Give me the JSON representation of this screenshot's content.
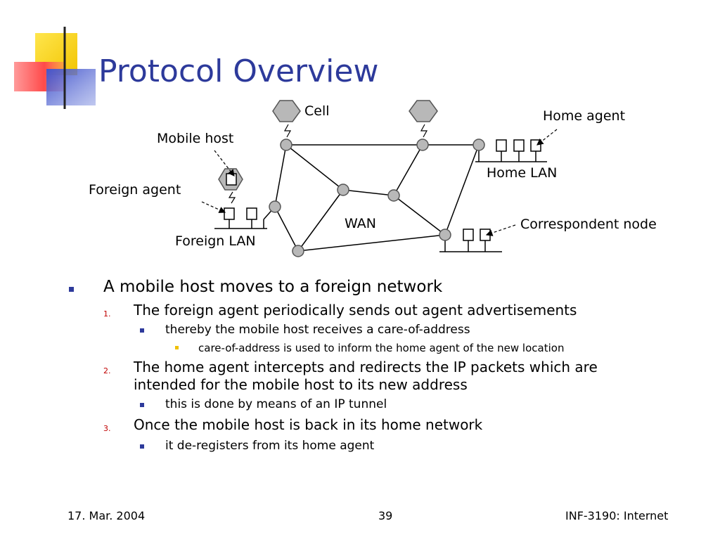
{
  "slide": {
    "title": "Protocol Overview"
  },
  "diagram": {
    "labels": {
      "cell": "Cell",
      "mobile_host": "Mobile host",
      "foreign_agent": "Foreign agent",
      "foreign_lan": "Foreign LAN",
      "wan": "WAN",
      "home_agent": "Home agent",
      "home_lan": "Home LAN",
      "correspondent_node": "Correspondent node"
    }
  },
  "bullets": {
    "b1": "A mobile host moves to a foreign network",
    "n1": "1.",
    "b1_1": "The foreign agent periodically sends out agent advertisements",
    "b1_1_1": "thereby the mobile host receives a care-of-address",
    "b1_1_1_1": "care-of-address is used to inform the home agent of the new location",
    "n2": "2.",
    "b1_2_line1": "The home agent intercepts and redirects the IP packets  which are",
    "b1_2_line2": "intended for the mobile host to its new address",
    "b1_2_1": "this is done by means of an IP tunnel",
    "n3": "3.",
    "b1_3": "Once the mobile host is back in its home network",
    "b1_3_1": "it de-registers from its home agent"
  },
  "footer": {
    "date": "17. Mar. 2004",
    "page": "39",
    "course": "INF-3190: Internet"
  },
  "colors": {
    "title": "#2d3a9b",
    "accent_yellow": "#f5d000",
    "accent_red": "#ff5050",
    "accent_blue": "#3a4bb8",
    "numbering": "#c00000",
    "node_fill": "#b8b8b8"
  }
}
